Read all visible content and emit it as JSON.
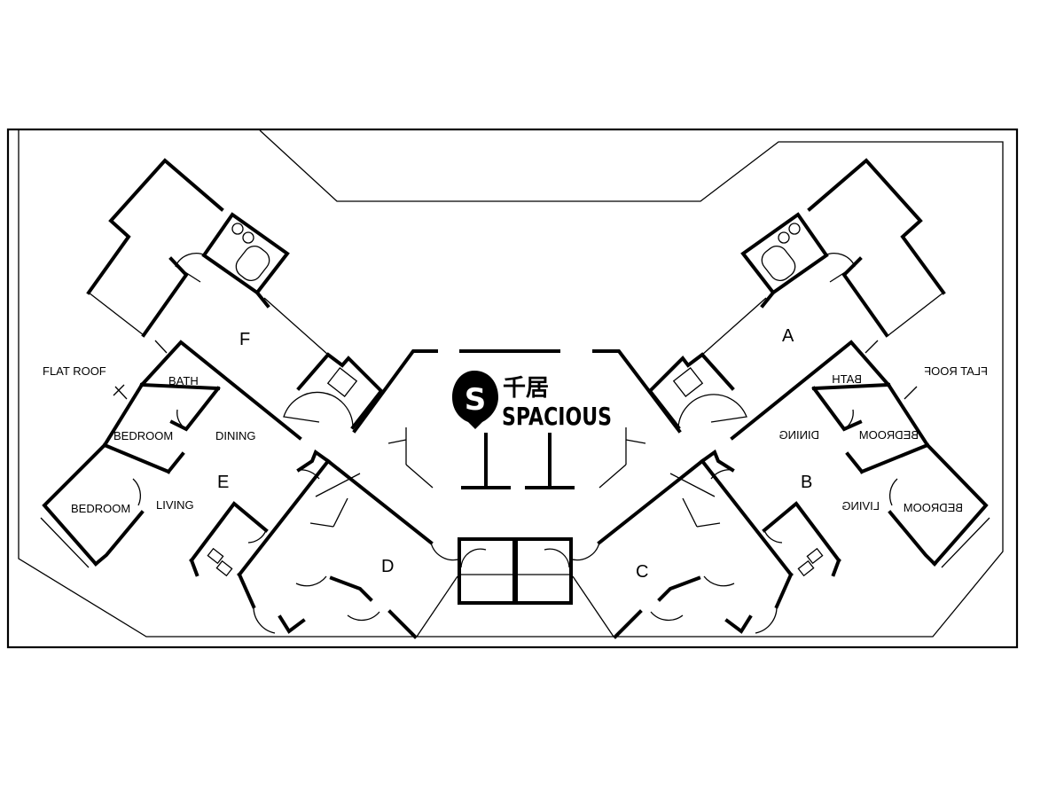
{
  "plan": {
    "units": [
      "A",
      "B",
      "C",
      "D",
      "E",
      "F"
    ],
    "left_wing": {
      "flat_roof": "FLAT ROOF",
      "bath": "BATH",
      "bedroom_1": "BEDROOM",
      "bedroom_2": "BEDROOM",
      "dining": "DINING",
      "living": "LIVING"
    },
    "right_wing": {
      "flat_roof": "FLAT ROOF",
      "bath": "BATH",
      "bedroom_1": "BEDROOM",
      "bedroom_2": "BEDROOM",
      "dining": "DINING",
      "living": "LIVING"
    }
  },
  "logo": {
    "mark": "S",
    "chinese": "千居",
    "name": "SPACIOUS"
  }
}
